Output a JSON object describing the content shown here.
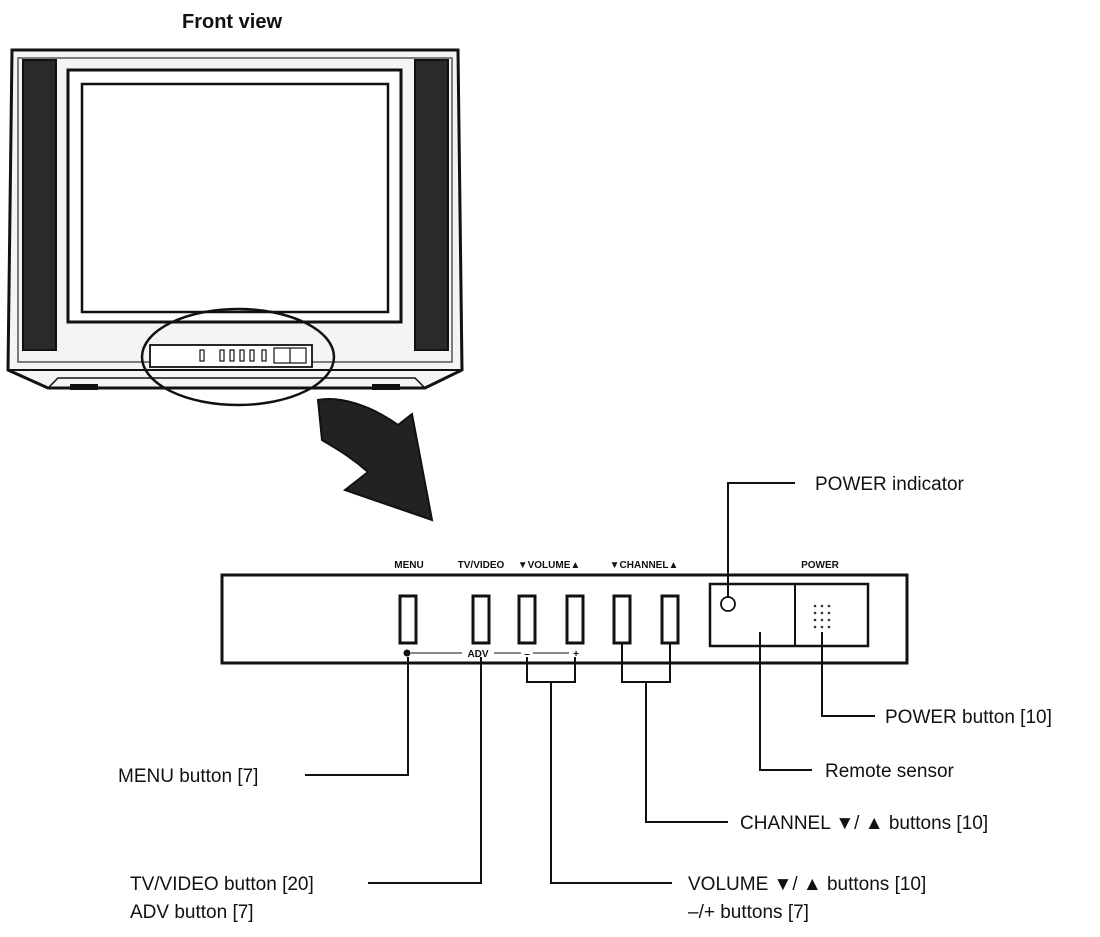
{
  "title": "Front view",
  "panel_labels": {
    "menu": "MENU",
    "tv_video": "TV/VIDEO",
    "volume": "▼VOLUME▲",
    "channel": "▼CHANNEL▲",
    "power": "POWER",
    "adv": "ADV",
    "minus": "–",
    "plus": "+"
  },
  "callouts": {
    "power_indicator": "POWER indicator",
    "power_button": "POWER button [10]",
    "remote_sensor": "Remote sensor",
    "menu_button": "MENU button [7]",
    "channel_buttons": "CHANNEL ▼/ ▲ buttons [10]",
    "tv_video_button": "TV/VIDEO button [20]",
    "adv_button": "ADV button [7]",
    "volume_buttons": "VOLUME ▼/ ▲ buttons [10]",
    "minus_plus_buttons": "–/+ buttons [7]"
  }
}
